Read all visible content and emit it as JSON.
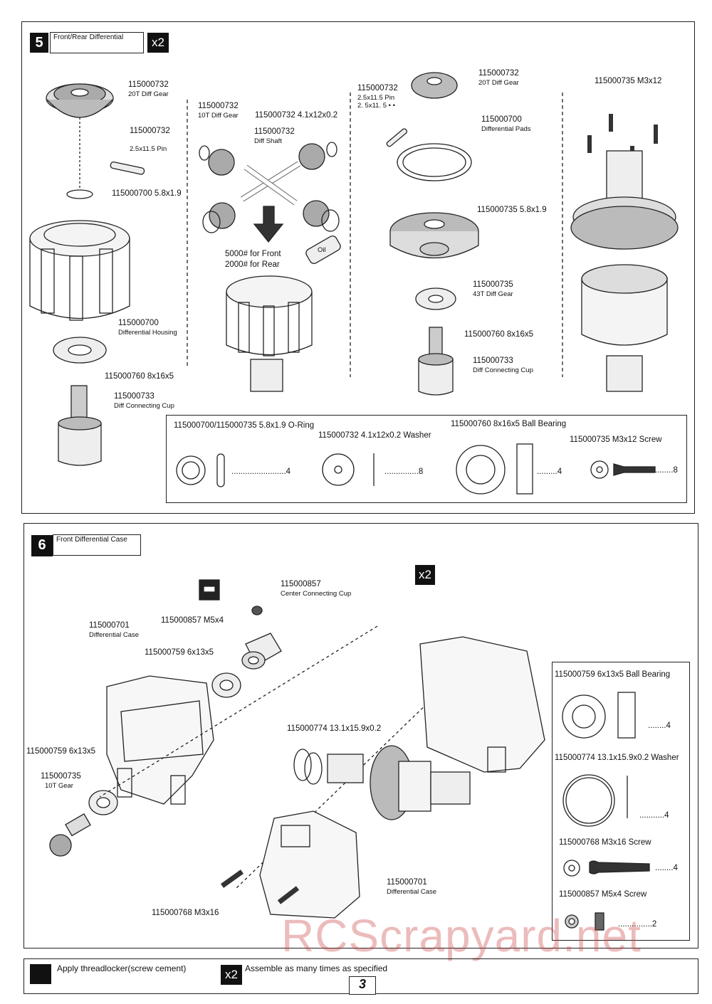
{
  "step5": {
    "number": "5",
    "title": "Front/Rear Differential",
    "multiplier": "x2",
    "labels": {
      "gear20_code": "115000732",
      "gear20_name": "20T Diff Gear",
      "pin_code": "115000732",
      "pin_size": "2.5x11.5 Pin",
      "oring_code": "115000700 5.8x1.9",
      "housing_code": "115000700",
      "housing_name": "Differential Housing",
      "bearing_code": "115000760  8x16x5",
      "cup_code": "115000733",
      "cup_name": "Diff Connecting Cup",
      "gear10_code": "115000732",
      "gear10_name": "10T Diff Gear",
      "washer_code": "115000732 4.1x12x0.2",
      "shaft_code": "115000732",
      "shaft_name": "Diff Shaft",
      "oil_front": "5000# for Front",
      "oil_rear": "2000# for Rear",
      "oil_tag": "Oil",
      "gear20b_code": "115000732",
      "gear20b_name": "20T Diff Gear",
      "pinb_code": "115000732",
      "pinb_size": "2.5x11.5 Pin",
      "pinb_size2": "2. 5x11. 5  •  •",
      "pads_code": "115000700",
      "pads_name": "Differential Pads",
      "oringb_code": "115000735 5.8x1.9",
      "gear43_code": "115000735",
      "gear43_name": "43T Diff Gear",
      "bearingb_code": "115000760  8x16x5",
      "cupb_code": "115000733",
      "cupb_name": "Diff Connecting Cup",
      "screw_code": "115000735  M3x12"
    },
    "legend": {
      "oring": "115000700/115000735  5.8x1.9 O-Ring",
      "oring_qty": "........................4",
      "washer": "115000732  4.1x12x0.2 Washer",
      "washer_qty": "...............8",
      "bearing": "115000760  8x16x5 Ball Bearing",
      "bearing_qty": ".........4",
      "screw": "115000735  M3x12 Screw",
      "screw_qty": "........8"
    }
  },
  "step6": {
    "number": "6",
    "title": "Front Differential Case",
    "multiplier": "x2",
    "labels": {
      "cup_code": "115000857",
      "cup_name": "Center Connecting Cup",
      "m5_code": "115000857  M5x4",
      "case_code": "115000701",
      "case_name": "Differential Case",
      "bearing1_code": "115000759 6x13x5",
      "washer_code": "115000774 13.1x15.9x0.2",
      "bearing2_code": "115000759 6x13x5",
      "gear10_code": "115000735",
      "gear10_name": "10T Gear",
      "case2_code": "115000701",
      "case2_name": "Differential Case",
      "screw_code": "115000768  M3x16"
    },
    "legend": {
      "bearing": "115000759  6x13x5 Ball Bearing",
      "bearing_qty": "........4",
      "washer": "115000774  13.1x15.9x0.2 Washer",
      "washer_qty": "...........4",
      "screw16": "115000768   M3x16 Screw",
      "screw16_qty": "........4",
      "screw5": "115000857   M5x4 Screw",
      "screw5_qty": "...............2"
    }
  },
  "footer": {
    "threadlocker": "Apply threadlocker(screw cement)",
    "multiplier": "x2",
    "assemble": "Assemble as many times as specified",
    "page": "3"
  },
  "watermark": "RCScrapyard.net"
}
